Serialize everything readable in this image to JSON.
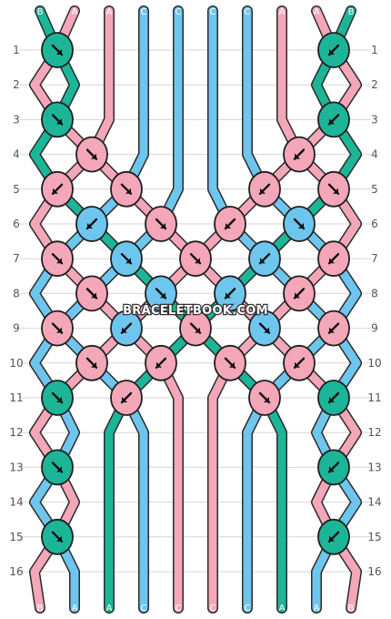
{
  "site": {
    "watermark": "BRACELETBOOK.COM"
  },
  "colors": {
    "A": "#f4a7b9",
    "B": "#1db597",
    "C": "#6ec6ee"
  },
  "top_labels": [
    "B",
    "A",
    "A",
    "C",
    "C",
    "C",
    "C",
    "A",
    "A",
    "B"
  ],
  "bottom_labels": [
    "B",
    "A",
    "A",
    "C",
    "C",
    "C",
    "C",
    "A",
    "A",
    "B"
  ],
  "row_numbers": [
    "1",
    "2",
    "3",
    "4",
    "5",
    "6",
    "7",
    "8",
    "9",
    "10",
    "11",
    "12",
    "13",
    "14",
    "15",
    "16"
  ],
  "knots": [
    {
      "row": 1,
      "col": 0,
      "color": "B",
      "dir": "se"
    },
    {
      "row": 1,
      "col": 8,
      "color": "B",
      "dir": "sw"
    },
    {
      "row": 3,
      "col": 0,
      "color": "B",
      "dir": "se"
    },
    {
      "row": 3,
      "col": 8,
      "color": "B",
      "dir": "sw"
    },
    {
      "row": 4,
      "col": 1,
      "color": "A",
      "dir": "se"
    },
    {
      "row": 4,
      "col": 7,
      "color": "A",
      "dir": "sw"
    },
    {
      "row": 5,
      "col": 0,
      "color": "A",
      "dir": "sw"
    },
    {
      "row": 5,
      "col": 2,
      "color": "A",
      "dir": "se"
    },
    {
      "row": 5,
      "col": 6,
      "color": "A",
      "dir": "sw"
    },
    {
      "row": 5,
      "col": 8,
      "color": "A",
      "dir": "se"
    },
    {
      "row": 6,
      "col": 1,
      "color": "C",
      "dir": "sw"
    },
    {
      "row": 6,
      "col": 3,
      "color": "A",
      "dir": "se"
    },
    {
      "row": 6,
      "col": 5,
      "color": "A",
      "dir": "sw"
    },
    {
      "row": 6,
      "col": 7,
      "color": "C",
      "dir": "se"
    },
    {
      "row": 7,
      "col": 0,
      "color": "A",
      "dir": "se"
    },
    {
      "row": 7,
      "col": 2,
      "color": "C",
      "dir": "se"
    },
    {
      "row": 7,
      "col": 4,
      "color": "A",
      "dir": "se"
    },
    {
      "row": 7,
      "col": 6,
      "color": "C",
      "dir": "sw"
    },
    {
      "row": 7,
      "col": 8,
      "color": "A",
      "dir": "sw"
    },
    {
      "row": 8,
      "col": 1,
      "color": "A",
      "dir": "se"
    },
    {
      "row": 8,
      "col": 3,
      "color": "C",
      "dir": "se"
    },
    {
      "row": 8,
      "col": 5,
      "color": "C",
      "dir": "sw"
    },
    {
      "row": 8,
      "col": 7,
      "color": "A",
      "dir": "sw"
    },
    {
      "row": 9,
      "col": 0,
      "color": "A",
      "dir": "se"
    },
    {
      "row": 9,
      "col": 2,
      "color": "C",
      "dir": "sw"
    },
    {
      "row": 9,
      "col": 4,
      "color": "A",
      "dir": "se"
    },
    {
      "row": 9,
      "col": 6,
      "color": "C",
      "dir": "se"
    },
    {
      "row": 9,
      "col": 8,
      "color": "A",
      "dir": "sw"
    },
    {
      "row": 10,
      "col": 1,
      "color": "A",
      "dir": "se"
    },
    {
      "row": 10,
      "col": 3,
      "color": "A",
      "dir": "sw"
    },
    {
      "row": 10,
      "col": 5,
      "color": "A",
      "dir": "se"
    },
    {
      "row": 10,
      "col": 7,
      "color": "A",
      "dir": "sw"
    },
    {
      "row": 11,
      "col": 0,
      "color": "B",
      "dir": "se"
    },
    {
      "row": 11,
      "col": 2,
      "color": "A",
      "dir": "sw"
    },
    {
      "row": 11,
      "col": 6,
      "color": "A",
      "dir": "se"
    },
    {
      "row": 11,
      "col": 8,
      "color": "B",
      "dir": "sw"
    },
    {
      "row": 13,
      "col": 0,
      "color": "B",
      "dir": "se"
    },
    {
      "row": 13,
      "col": 8,
      "color": "B",
      "dir": "sw"
    },
    {
      "row": 15,
      "col": 0,
      "color": "B",
      "dir": "se"
    },
    {
      "row": 15,
      "col": 8,
      "color": "B",
      "dir": "sw"
    }
  ]
}
